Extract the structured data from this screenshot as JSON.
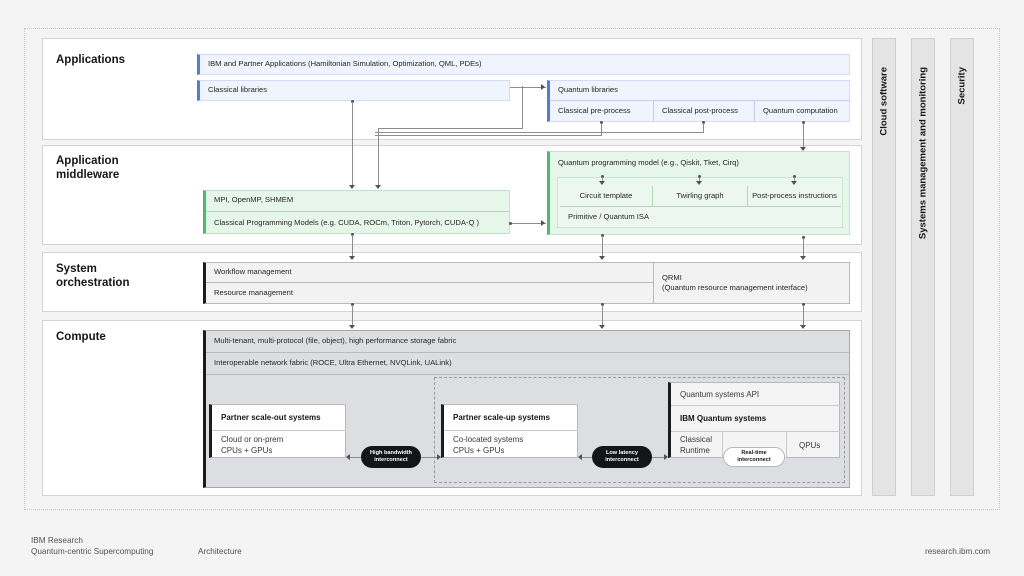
{
  "slide": {
    "footer": {
      "org_lines": "IBM Research\nQuantum-centric Supercomputing",
      "section": "Architecture",
      "url": "research.ibm.com"
    },
    "side_columns": [
      {
        "label": "Cloud software"
      },
      {
        "label": "Systems management and monitoring"
      },
      {
        "label": "Security"
      }
    ],
    "layers": [
      {
        "title": "Applications",
        "blocks": {
          "ibm_partner_apps": "IBM and Partner Applications (Hamiltonian Simulation, Optimization, QML, PDEs)",
          "classical_libraries": "Classical libraries",
          "quantum_libraries": "Quantum libraries",
          "classical_pre_process": "Classical pre-process",
          "classical_post_process": "Classical post-process",
          "quantum_computation": "Quantum computation"
        }
      },
      {
        "title": "Application\nmiddleware",
        "blocks": {
          "mpi_openmp_shmem": "MPI, OpenMP, SHMEM",
          "classical_programming_models": "Classical Programming Models (e.g. CUDA, ROCm, Triton, Pytorch, CUDA-Q )",
          "quantum_programming_model": "Quantum programming model (e.g., Qiskit, Tket, Cirq)",
          "circuit_template": "Circuit template",
          "twirling_graph": "Twirling graph",
          "post_process_instructions": "Post-process instructions",
          "primitive_quantum_isa": "Primitive / Quantum ISA"
        }
      },
      {
        "title": "System\norchestration",
        "blocks": {
          "workflow_management": "Workflow management",
          "resource_management": "Resource management",
          "qrmi": "QRMI\n(Quantum resource management interface)"
        }
      },
      {
        "title": "Compute",
        "blocks": {
          "storage_fabric": "Multi-tenant, multi-protocol (file, object), high performance storage fabric",
          "network_fabric": "Interoperable network fabric (ROCE, Ultra Ethernet, NVQLink, UALink)",
          "partner_scale_out_title": "Partner scale-out systems",
          "partner_scale_out_body": "Cloud or on-prem\nCPUs + GPUs",
          "partner_scale_up_title": "Partner scale-up systems",
          "partner_scale_up_body": "Co-located systems\nCPUs + GPUs",
          "quantum_systems_api": "Quantum systems API",
          "ibm_quantum_systems": "IBM Quantum systems",
          "classical_runtime": "Classical\nRuntime",
          "qpus": "QPUs",
          "high_bandwidth_interconnect": "High bandwidth\ninterconnect",
          "low_latency_interconnect": "Low latency\ninterconnect",
          "real_time_interconnect": "Real-time\ninterconnect"
        }
      }
    ],
    "colors": {
      "page_bg": "#f4f4f4",
      "blue_accent": "#4b7ee0",
      "blue_fill": "#eff4fe",
      "green_accent": "#45bd6a",
      "green_fill": "#e7f6ea",
      "dark_accent": "#1c1c1c",
      "grey_fill": "#f2f2f2",
      "compute_fill": "#dcdee1",
      "pill_dark": "#121619"
    }
  }
}
